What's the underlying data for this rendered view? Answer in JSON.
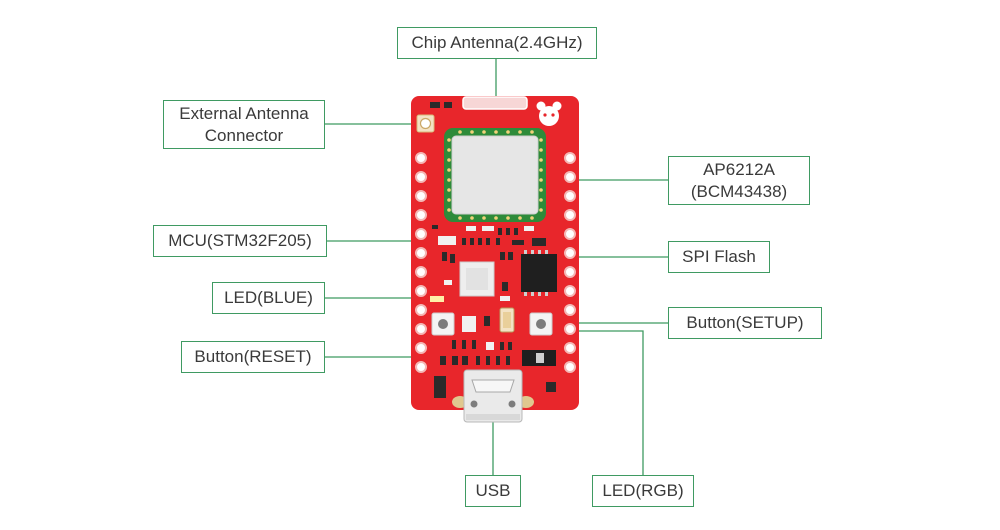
{
  "labels": {
    "chip_antenna": "Chip Antenna(2.4GHz)",
    "external_antenna_line1": "External Antenna",
    "external_antenna_line2": "Connector",
    "ap6212a_line1": "AP6212A",
    "ap6212a_line2": "(BCM43438)",
    "mcu": "MCU(STM32F205)",
    "spi_flash": "SPI Flash",
    "led_blue": "LED(BLUE)",
    "button_setup": "Button(SETUP)",
    "button_reset": "Button(RESET)",
    "usb": "USB",
    "led_rgb": "LED(RGB)"
  },
  "colors": {
    "board": "#e8262b",
    "leader_line": "#3f9a62",
    "module_shield": "#e9e9e9",
    "module_ring": "#2e8b3a",
    "label_border": "#3f9a62",
    "label_text": "#3a3a3a"
  }
}
